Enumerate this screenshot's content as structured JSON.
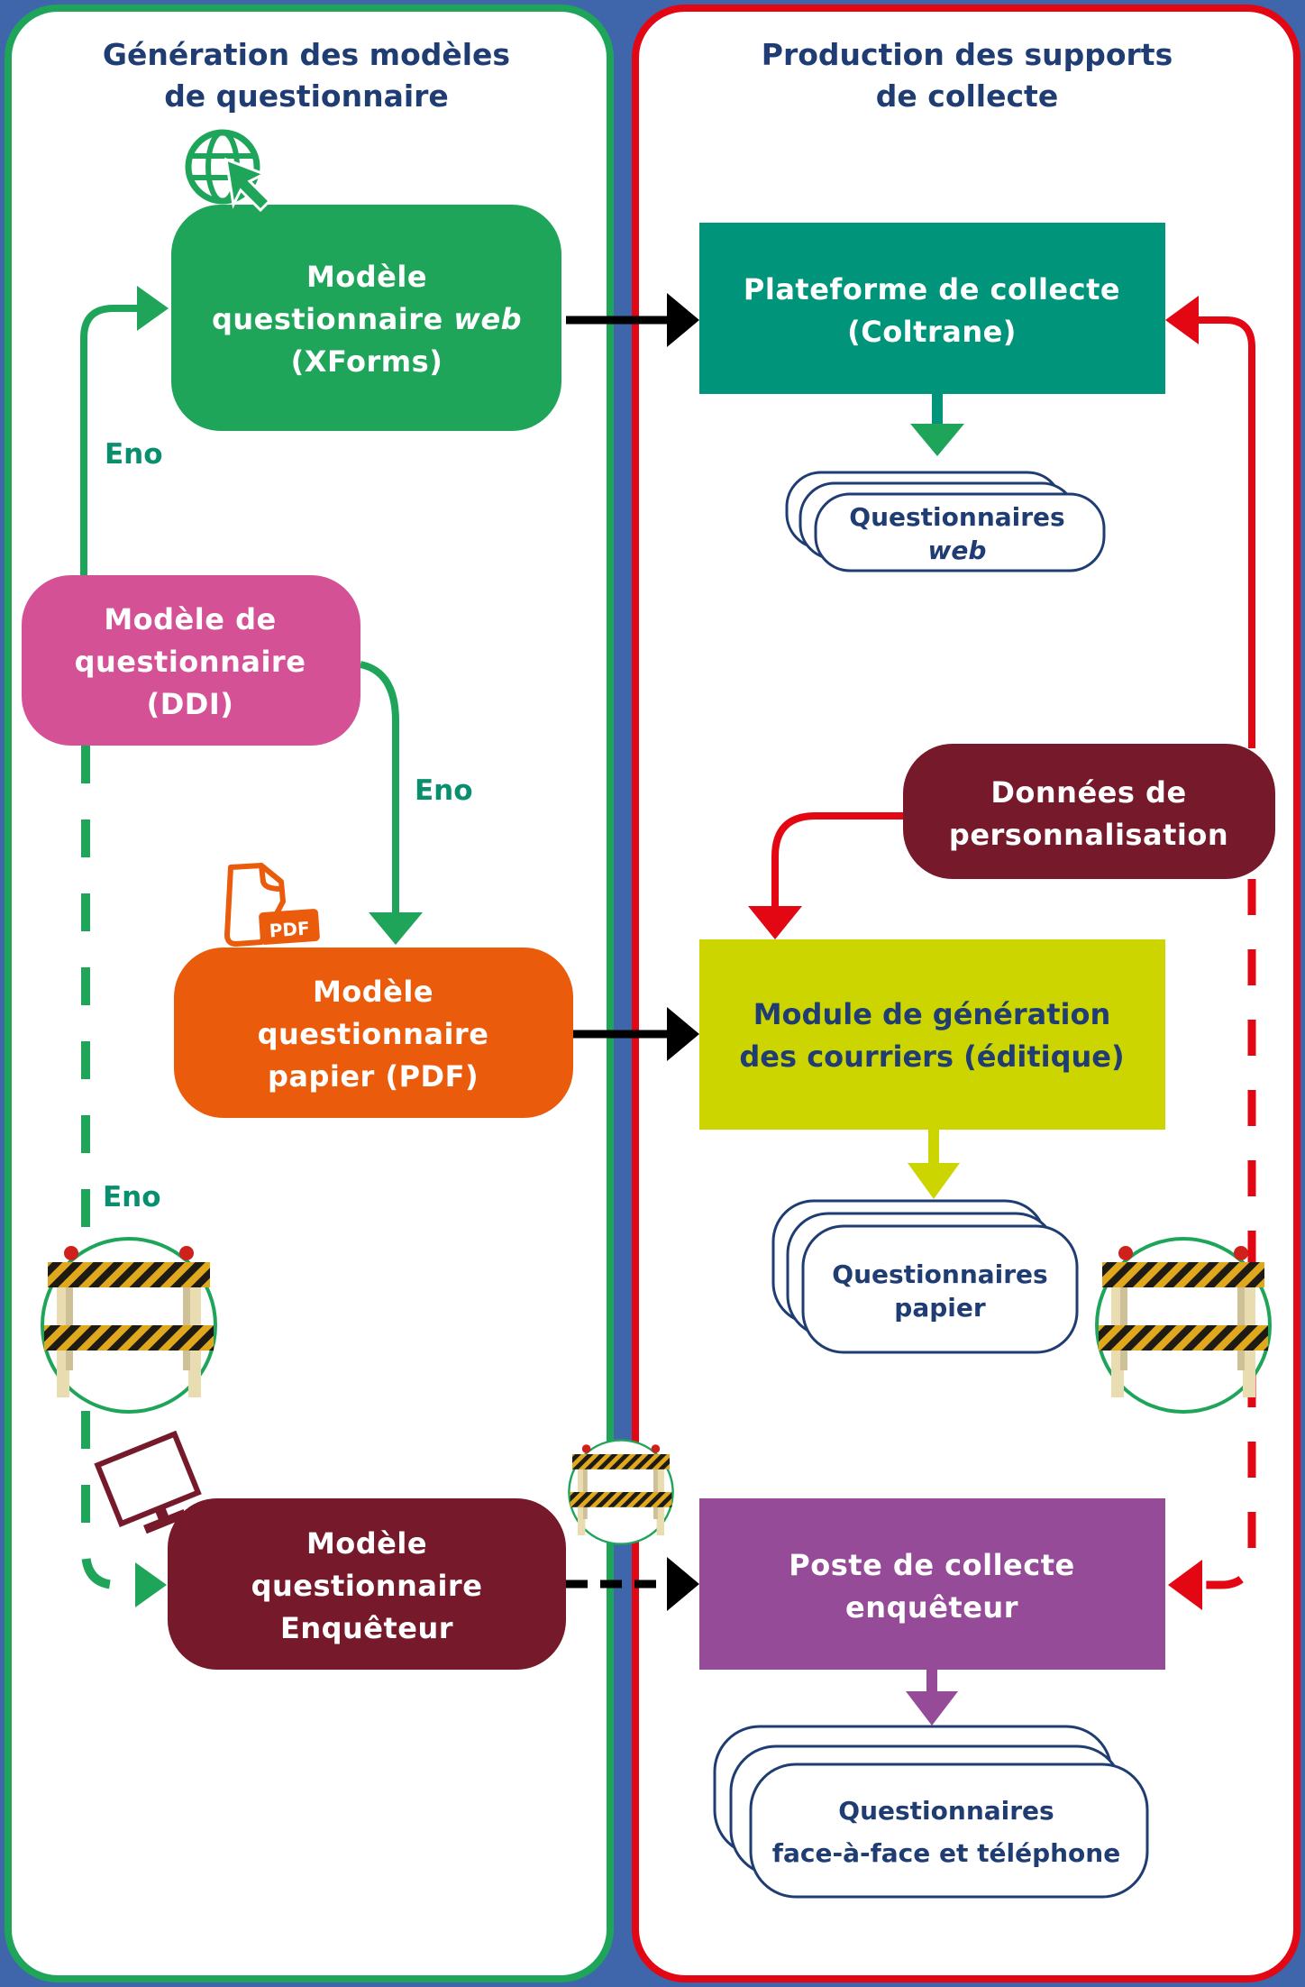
{
  "colors": {
    "background": "#3f66ab",
    "left_panel_border": "#1fa55a",
    "right_panel_border": "#e30613",
    "title": "#1f3d73",
    "web_model": "#1fa55a",
    "ddi_model": "#d45196",
    "pdf_model": "#ea5b0c",
    "interviewer_model": "#76192b",
    "platform": "#00957a",
    "personalisation": "#76192b",
    "mailing_module": "#cdd500",
    "interviewer_post": "#954b97",
    "eno_label": "#0a8f6e"
  },
  "left_panel": {
    "title_line1": "Génération des modèles",
    "title_line2": "de questionnaire",
    "web_model": {
      "line1": "Modèle",
      "line2_a": "questionnaire ",
      "line2_b": "web",
      "line3": "(XForms)",
      "icon": "globe-cursor-icon"
    },
    "ddi_model": {
      "line1": "Modèle de",
      "line2": "questionnaire",
      "line3": "(DDI)"
    },
    "pdf_model": {
      "line1": "Modèle",
      "line2": "questionnaire",
      "line3": "papier (PDF)",
      "icon": "pdf-file-icon",
      "icon_label": "PDF"
    },
    "interviewer_model": {
      "line1": "Modèle",
      "line2": "questionnaire",
      "line3": "Enquêteur",
      "icon": "monitor-icon"
    },
    "eno_labels": [
      "Eno",
      "Eno",
      "Eno"
    ]
  },
  "right_panel": {
    "title_line1": "Production des supports",
    "title_line2": "de collecte",
    "platform": {
      "line1": "Plateforme de collecte",
      "line2": "(Coltrane)"
    },
    "web_questionnaires": {
      "line1": "Questionnaires",
      "line2": "web"
    },
    "personalisation": {
      "line1": "Données de",
      "line2": "personnalisation"
    },
    "mailing_module": {
      "line1": "Module de génération",
      "line2": "des courriers (éditique)"
    },
    "paper_questionnaires": {
      "line1": "Questionnaires",
      "line2": "papier"
    },
    "interviewer_post": {
      "line1": "Poste de collecte",
      "line2": "enquêteur"
    },
    "f2f_questionnaires": {
      "line1": "Questionnaires",
      "line2": "face-à-face et téléphone"
    }
  },
  "status_icons": [
    "under-construction-barrier-icon",
    "under-construction-barrier-icon",
    "under-construction-barrier-icon"
  ]
}
